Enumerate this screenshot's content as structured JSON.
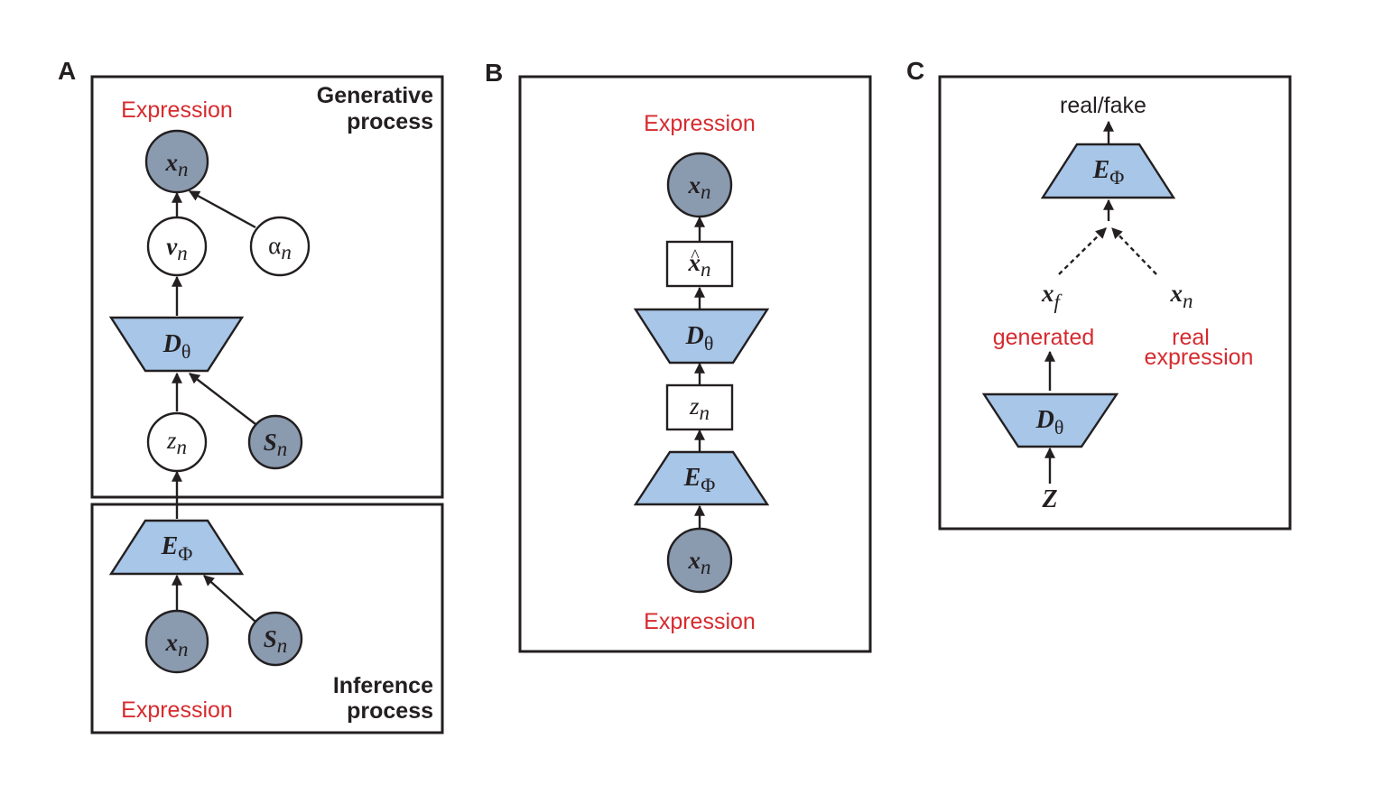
{
  "panels": [
    {
      "letter": "A",
      "process_top": "Generative",
      "process_top2": "process",
      "process_bottom": "Inference",
      "process_bottom2": "process",
      "expression_top": "Expression",
      "expression_bottom": "Expression"
    },
    {
      "letter": "B",
      "expression_top": "Expression",
      "expression_bottom": "Expression"
    },
    {
      "letter": "C",
      "output": "real/fake",
      "generated": "generated",
      "real_1": "real",
      "real_2": "expression"
    }
  ],
  "symbols": {
    "x": "x",
    "n": "n",
    "v": "v",
    "alpha": "α",
    "D": "D",
    "theta": "θ",
    "z": "z",
    "S": "S",
    "E": "E",
    "Phi": "Φ",
    "hat": "^",
    "f": "f",
    "Z": "Z"
  },
  "colors": {
    "observed_node": "#8a9aaf",
    "network_block": "#a7c6e8",
    "label_red": "#d62b2f",
    "stroke": "#231f20"
  }
}
